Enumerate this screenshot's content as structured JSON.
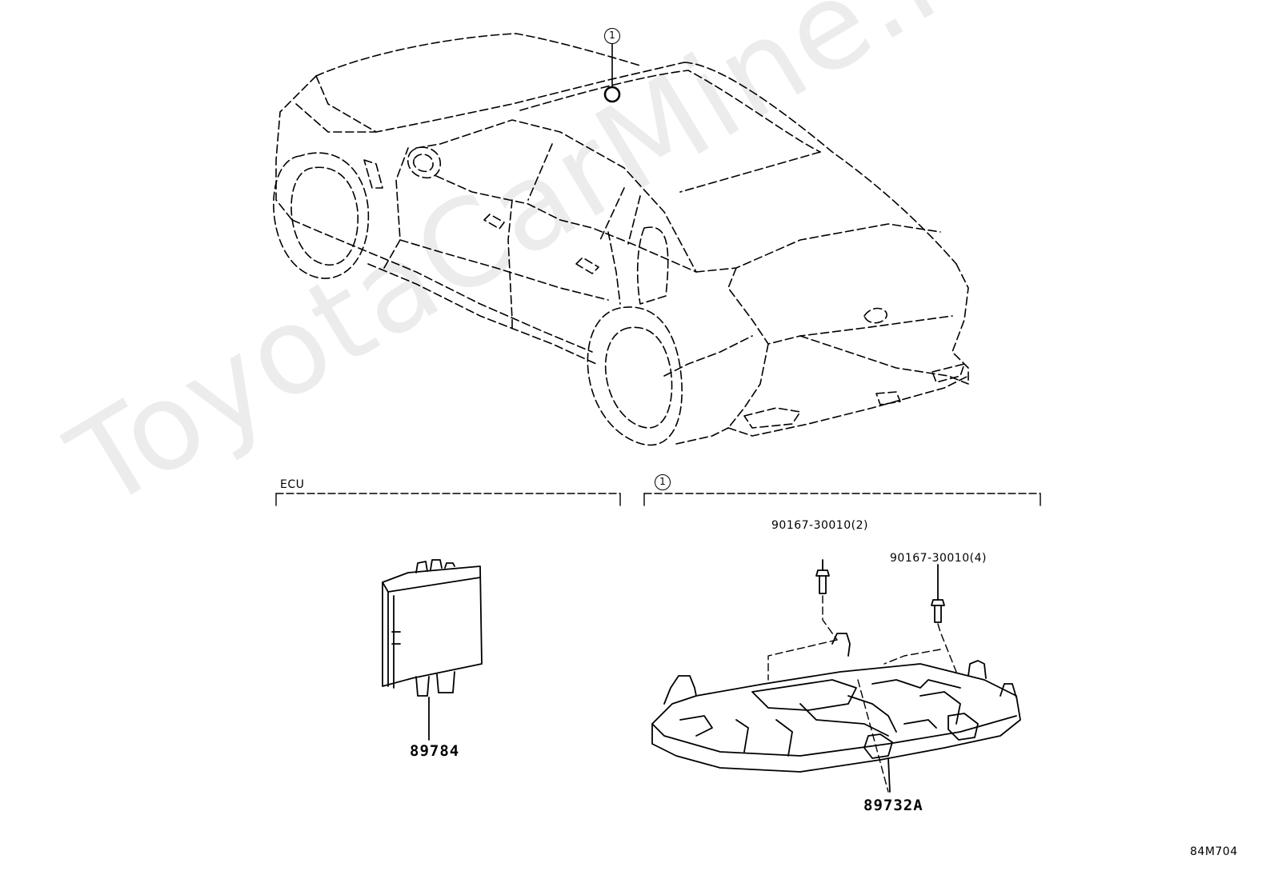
{
  "watermark": "ToyotaCarMine.ru",
  "callouts": {
    "roof_marker": "1",
    "section_marker": "1"
  },
  "sections": {
    "ecu_title": "ECU"
  },
  "parts": {
    "ecu_part": "89784",
    "lamp_assembly_part": "89732A",
    "screw_a": "90167-30010(2)",
    "screw_b": "90167-30010(4)"
  },
  "diagram_code": "84M704"
}
